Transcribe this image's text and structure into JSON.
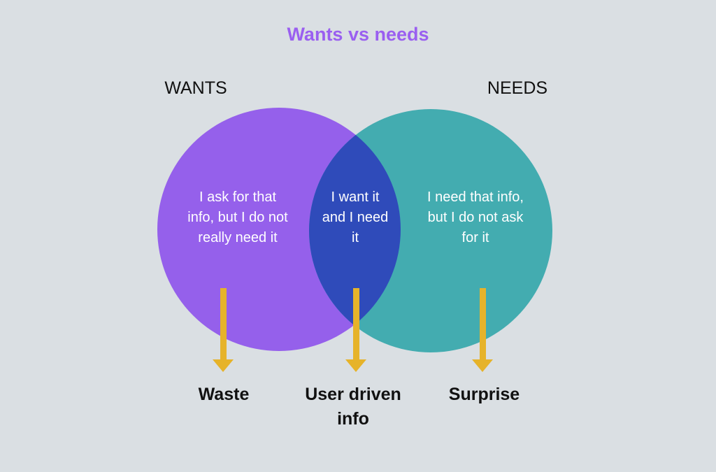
{
  "title": "Wants vs needs",
  "sets": {
    "left": "WANTS",
    "right": "NEEDS"
  },
  "regions": {
    "wants_only": "I ask for that info, but I do not really need it",
    "both": "I want it and I need it",
    "needs_only": "I need that info, but I do not ask for it"
  },
  "outcomes": {
    "wants_only": "Waste",
    "both": "User driven info",
    "needs_only": "Surprise"
  },
  "colors": {
    "wants": "#9560eb",
    "needs": "#43acb0",
    "overlap": "#2f4bba",
    "arrow": "#e6b32a",
    "background": "#dadfe3"
  }
}
